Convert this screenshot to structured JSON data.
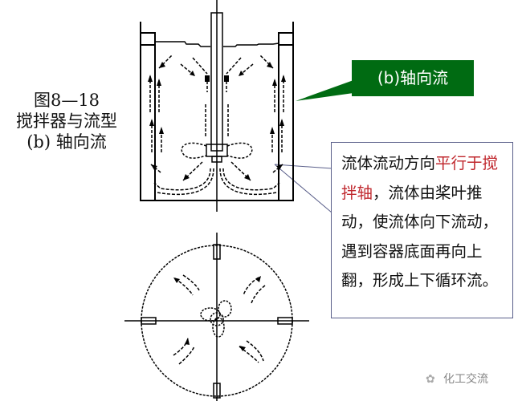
{
  "caption": {
    "line1": "图8—18",
    "line2": "搅拌器与流型",
    "line3": "(b) 轴向流"
  },
  "green_label": {
    "text": "(b)轴向流",
    "color": "#006b12"
  },
  "callout": {
    "segments": [
      {
        "text": "流体流动方向",
        "highlight": false
      },
      {
        "text": "平行于搅拌轴",
        "highlight": true
      },
      {
        "text": "，流体由桨叶推动，使流体向下流动，遇到容器底面再向上翻，形成上下循环流。",
        "highlight": false
      }
    ],
    "highlight_color": "#c0282e",
    "border_color": "#5a5f8a"
  },
  "watermark": {
    "icon": "wechat-icon",
    "text": "化工交流"
  },
  "diagram": {
    "side_view": "vessel-axial-flow-side-view",
    "top_view": "vessel-axial-flow-top-view"
  }
}
